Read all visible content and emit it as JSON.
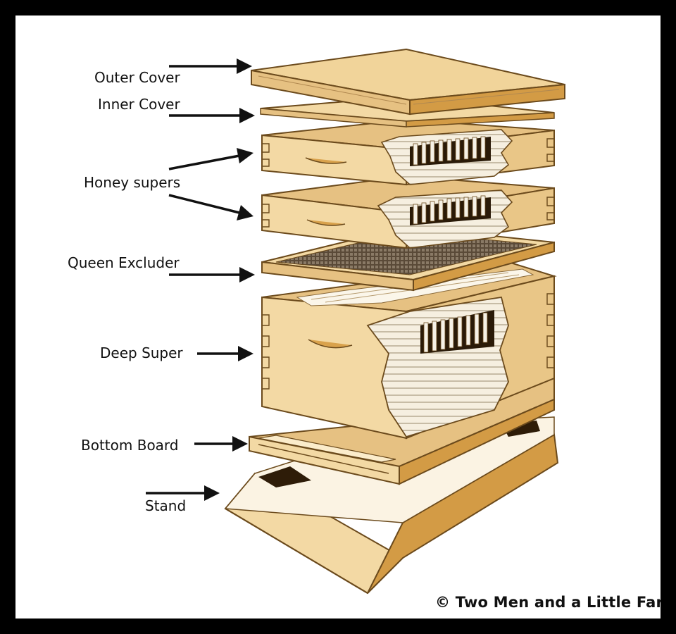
{
  "labels": {
    "outer_cover": "Outer Cover",
    "inner_cover": "Inner Cover",
    "honey_supers": "Honey supers",
    "queen_excluder": "Queen Excluder",
    "deep_super": "Deep Super",
    "bottom_board": "Bottom Board",
    "stand": "Stand"
  },
  "copyright": "© Two Men and a Little Farm",
  "colors": {
    "frame": "#000000",
    "background": "#ffffff",
    "wood_light": "#f3d9a4",
    "wood_mid": "#e6c182",
    "wood_dark": "#d39b45",
    "outline": "#6b4a1c",
    "frame_interior": "#f6f1e6",
    "frame_shadow": "#2a1a08"
  }
}
